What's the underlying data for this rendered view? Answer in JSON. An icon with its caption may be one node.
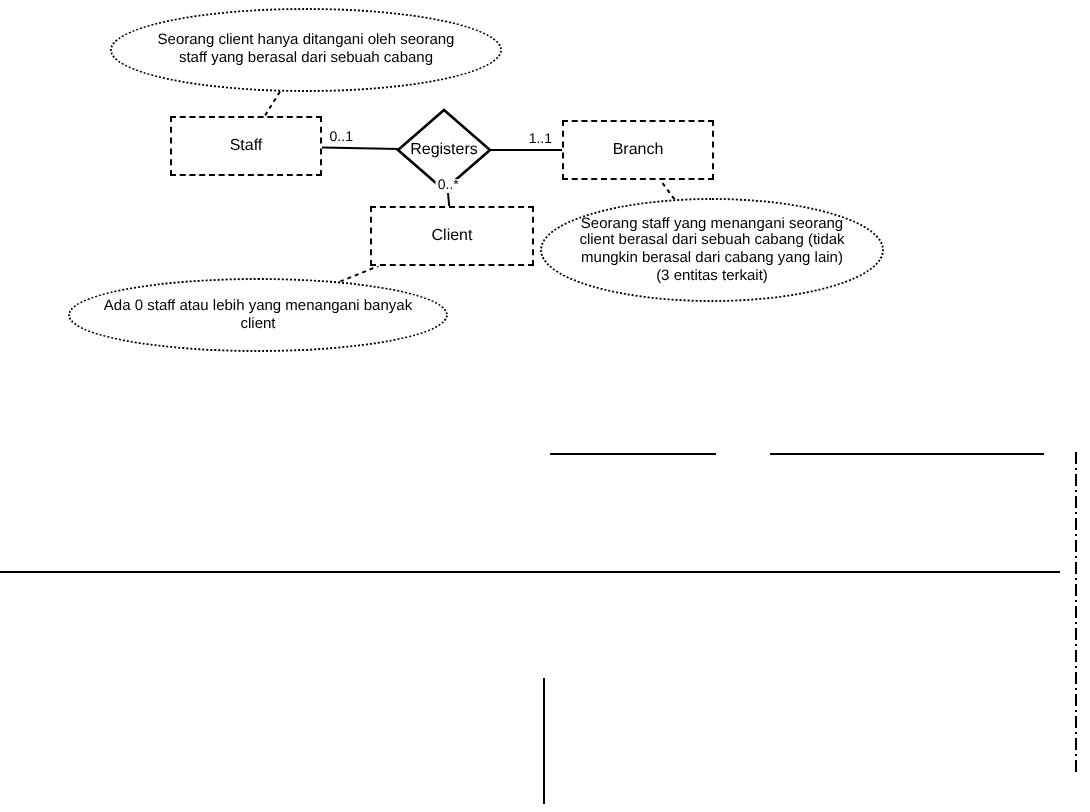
{
  "diagram": {
    "nodes": [
      {
        "text": [
          "Seorang client hanya ditangani oleh seorang staff yang berasal dari sebuah cabang"
        ]
      },
      {
        "text": [
          "Staff"
        ]
      },
      {
        "text": [
          "Registers"
        ]
      },
      {
        "text": [
          "Branch"
        ]
      },
      {
        "text": [
          "Client"
        ]
      },
      {
        "text": [
          "Seorang staff yang menangani seorang client berasal dari sebuah cabang (tidak mungkin berasal dari cabang yang lain) (3 entitas terkait)"
        ]
      },
      {
        "text": [
          "Ada 0 staff atau lebih yang menangani banyak client"
        ]
      }
    ],
    "edges": [
      {
        "from": 1,
        "to": 2,
        "arrow": "none",
        "label": "0..1"
      },
      {
        "from": 2,
        "to": 3,
        "arrow": "none",
        "label": "1..1"
      },
      {
        "from": 2,
        "to": 4,
        "arrow": "none",
        "label": "0..*"
      },
      {
        "from": 0,
        "to": 1,
        "arrow": "none",
        "style": "dashed"
      },
      {
        "from": 5,
        "to": 3,
        "arrow": "none",
        "style": "dashed"
      },
      {
        "from": 6,
        "to": 4,
        "arrow": "none",
        "style": "dashed"
      }
    ]
  }
}
